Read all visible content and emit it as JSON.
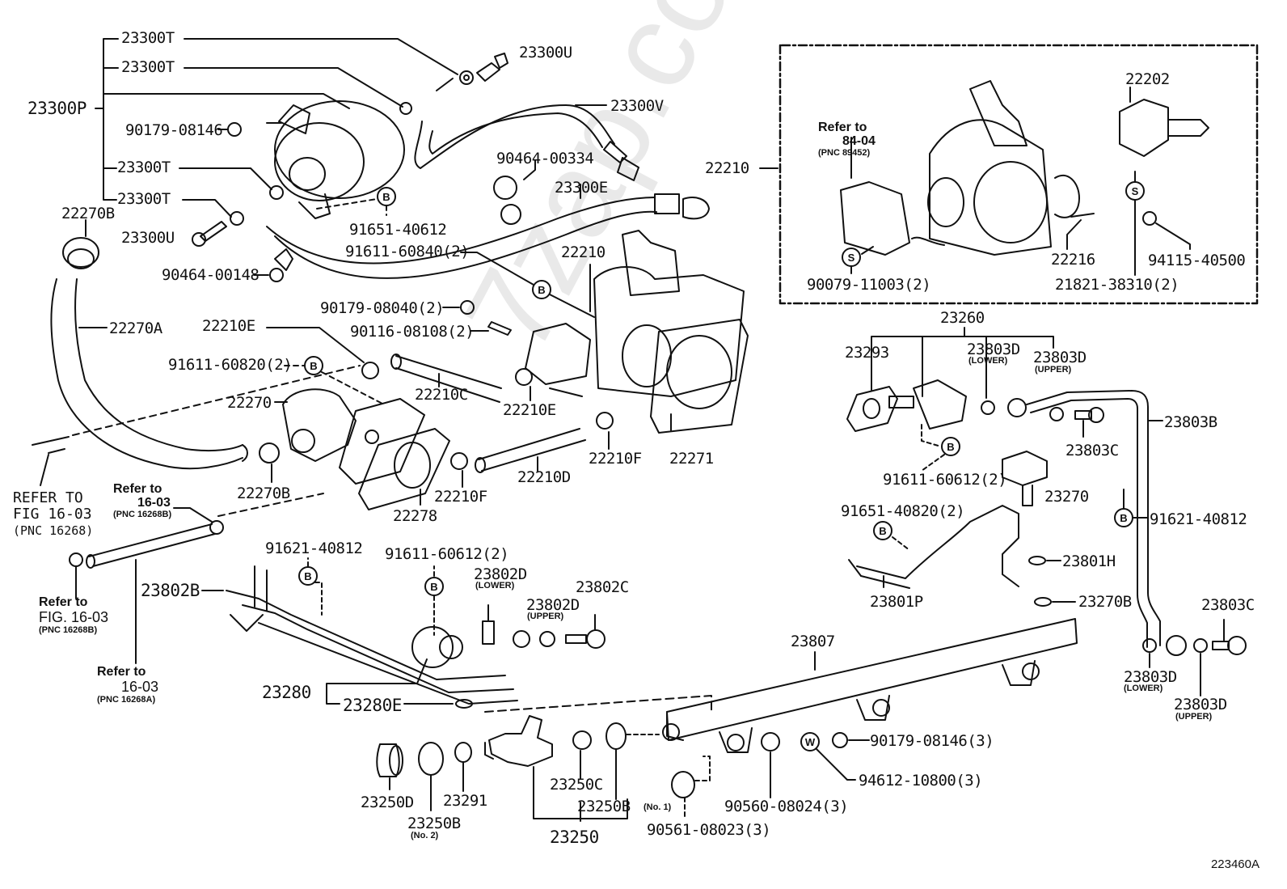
{
  "figure": {
    "id": "223460A",
    "watermark": "7zap.com",
    "group_label": "22210"
  },
  "labels": {
    "p23300T_1": "23300T",
    "p23300T_2": "23300T",
    "p23300T_3": "23300T",
    "p23300T_4": "23300T",
    "p23300P": "23300P",
    "p23300U_top": "23300U",
    "p23300U_left": "23300U",
    "p23300V": "23300V",
    "p90179_08146": "90179-08146",
    "p90464_00334": "90464-00334",
    "p23300E": "23300E",
    "p91651_40612": "91651-40612",
    "p91611_60840": "91611-60840(2)",
    "p22270B_top": "22270B",
    "p90464_00148": "90464-00148",
    "p22210_main": "22210",
    "p22270A": "22270A",
    "p22210E_top": "22210E",
    "p90179_08040": "90179-08040(2)",
    "p90116_08108": "90116-08108(2)",
    "p91611_60820": "91611-60820(2)",
    "p22210C": "22210C",
    "p22270": "22270",
    "p22210E_bottom": "22210E",
    "p22270B_bottom": "22270B",
    "p22278": "22278",
    "p22210F_left": "22210F",
    "p22210D": "22210D",
    "p22210F_right": "22210F",
    "p22271": "22271",
    "p22210_box": "22210",
    "p22202": "22202",
    "p22216": "22216",
    "p94115_40500": "94115-40500",
    "p90079_11003": "90079-11003(2)",
    "p21821_38310": "21821-38310(2)",
    "p23260": "23260",
    "p23293": "23293",
    "p23803D_lower_top": "23803D",
    "p23803D_upper_top": "23803D",
    "p23803B": "23803B",
    "p23803C_top": "23803C",
    "p91611_60612_right": "91611-60612(2)",
    "p23270": "23270",
    "p91651_40820": "91651-40820(2)",
    "p91621_40812_right": "91621-40812",
    "p23801H": "23801H",
    "p23801P": "23801P",
    "p23270B": "23270B",
    "p23803C_bottom": "23803C",
    "p23803D_lower_bottom": "23803D",
    "p23803D_upper_bottom": "23803D",
    "p23807": "23807",
    "p91621_40812_left": "91621-40812",
    "p91611_60612_left": "91611-60612(2)",
    "p23802B": "23802B",
    "p23802D_lower": "23802D",
    "p23802D_upper": "23802D",
    "p23802C": "23802C",
    "p23280": "23280",
    "p23280E": "23280E",
    "p90179_08146_3": "90179-08146(3)",
    "p94612_10800": "94612-10800(3)",
    "p90560_08024": "90560-08024(3)",
    "p90561_08023": "90561-08023(3)",
    "p23250D": "23250D",
    "p23250B_no2": "23250B",
    "p23291": "23291",
    "p23250C": "23250C",
    "p23250B_no1": "23250B",
    "p23250": "23250"
  },
  "qualifiers": {
    "lower": "(LOWER)",
    "upper": "(UPPER)",
    "no1": "(No. 1)",
    "no2": "(No. 2)"
  },
  "notes": {
    "refer_84_04": {
      "line1": "Refer to",
      "line2": "84-04",
      "line3": "(PNC 89452)"
    },
    "refer_fig_16_03_a": {
      "line1": "REFER TO",
      "line2": "FIG 16-03",
      "line3": "(PNC 16268)"
    },
    "refer_16_03_b": {
      "line1": "Refer to",
      "line2": "16-03",
      "line3": "(PNC 16268B)"
    },
    "refer_fig_16_03_b": {
      "line1": "Refer to",
      "line2": "FIG. 16-03",
      "line3": "(PNC 16268B)"
    },
    "refer_16_03_a": {
      "line1": "Refer to",
      "line2": "16-03",
      "line3": "(PNC 16268A)"
    }
  },
  "symbols": {
    "bolt_marker": "B",
    "screw_marker": "S",
    "washer_marker": "W"
  }
}
